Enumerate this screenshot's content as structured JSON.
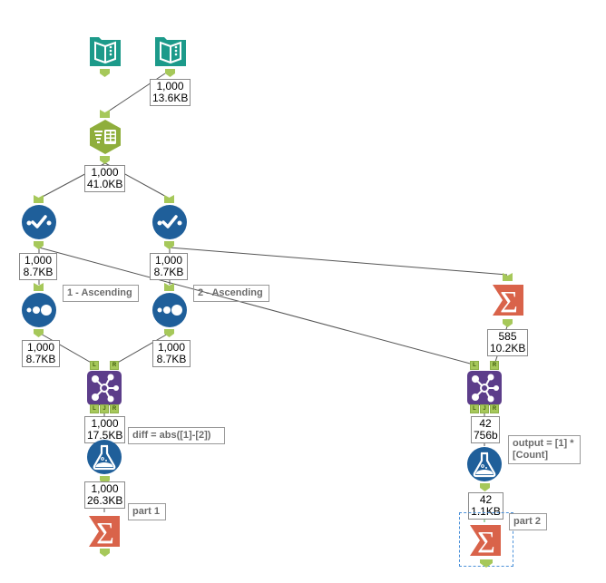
{
  "workflow": {
    "tools": [
      {
        "id": "input1",
        "type": "input-data",
        "color": "#1c9a8a"
      },
      {
        "id": "input2",
        "type": "input-data",
        "color": "#1c9a8a"
      },
      {
        "id": "text-to-columns",
        "type": "text-to-columns",
        "color": "#8fae3c"
      },
      {
        "id": "select1",
        "type": "select",
        "color": "#1f5f9a"
      },
      {
        "id": "select2",
        "type": "select",
        "color": "#1f5f9a"
      },
      {
        "id": "sort1",
        "type": "sort",
        "color": "#1f5f9a",
        "annotation": "1 - Ascending"
      },
      {
        "id": "sort2",
        "type": "sort",
        "color": "#1f5f9a",
        "annotation": "2 - Ascending"
      },
      {
        "id": "join1",
        "type": "join",
        "color": "#5c3d8a"
      },
      {
        "id": "formula1",
        "type": "formula",
        "color": "#1f5f9a",
        "annotation": "diff = abs([1]-[2])"
      },
      {
        "id": "summarize1",
        "type": "summarize",
        "color": "#d9634a",
        "annotation": "part 1"
      },
      {
        "id": "summarize-count",
        "type": "summarize",
        "color": "#d9634a"
      },
      {
        "id": "join2",
        "type": "join",
        "color": "#5c3d8a"
      },
      {
        "id": "formula2",
        "type": "formula",
        "color": "#1f5f9a",
        "annotation": "output = [1] * [Count]"
      },
      {
        "id": "summarize2",
        "type": "summarize",
        "color": "#d9634a",
        "annotation": "part 2",
        "selected": true
      }
    ],
    "stats": {
      "input2_out": {
        "records": "1,000",
        "size": "13.6KB"
      },
      "ttc_out": {
        "records": "1,000",
        "size": "41.0KB"
      },
      "select1_out": {
        "records": "1,000",
        "size": "8.7KB"
      },
      "select2_out": {
        "records": "1,000",
        "size": "8.7KB"
      },
      "sort1_out": {
        "records": "1,000",
        "size": "8.7KB"
      },
      "sort2_out": {
        "records": "1,000",
        "size": "8.7KB"
      },
      "join1_out": {
        "records": "1,000",
        "size": "17.5KB"
      },
      "formula1_out": {
        "records": "1,000",
        "size": "26.3KB"
      },
      "sumcount_out": {
        "records": "585",
        "size": "10.2KB"
      },
      "join2_out": {
        "records": "42",
        "size": "756b"
      },
      "formula2_out": {
        "records": "42",
        "size": "1.1KB"
      }
    },
    "annotations": {
      "sort1": "1 - Ascending",
      "sort2": "2 - Ascending",
      "formula1": "diff = abs([1]-[2])",
      "summarize1": "part 1",
      "formula2_line1": "output = [1] *",
      "formula2_line2": "[Count]",
      "summarize2": "part 2"
    },
    "anchor_labels": {
      "left": "L",
      "right": "R",
      "join": "J"
    },
    "colors": {
      "anchor": "#a6c85a",
      "wire": "#555555",
      "input": "#1c9a8a",
      "preparation": "#8fae3c",
      "blue_tool": "#1f5f9a",
      "join": "#5c3d8a",
      "summarize": "#d9634a",
      "selection": "#4a90d9"
    }
  }
}
